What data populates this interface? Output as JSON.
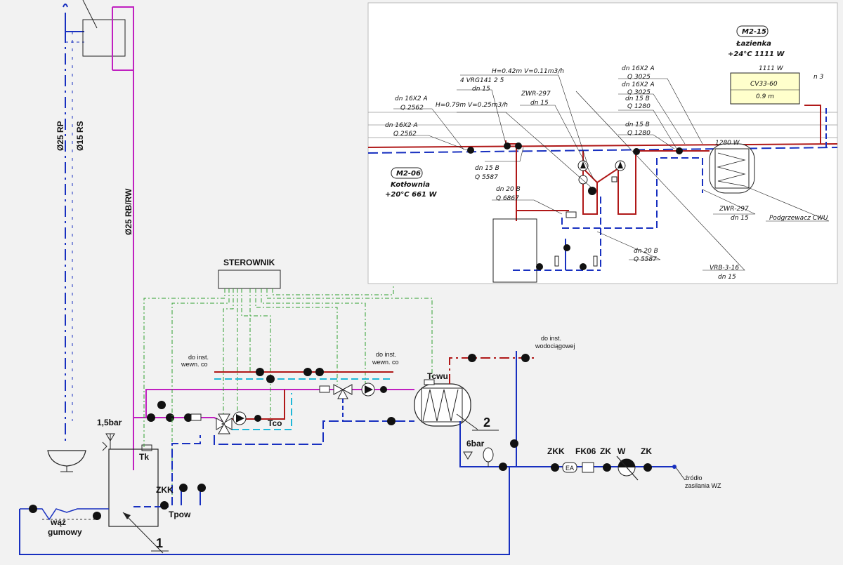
{
  "main": {
    "controller": "STEROWNIK",
    "riser_labels": [
      "Ø25 RP",
      "Ø15 RS",
      "Ø25 RB/RW"
    ],
    "hose": [
      "wąż",
      "gumowy"
    ],
    "pressure_boiler": "1,5bar",
    "pressure_dhw": "6bar",
    "sensors": {
      "tk": "Tk",
      "tco": "Tco",
      "tcwu": "Tcwu",
      "tpow": "Tpow"
    },
    "zkk_left": "ZKK",
    "do_inst_co_1": [
      "do inst.",
      "wewn. co"
    ],
    "do_inst_co_2": [
      "do inst.",
      "wewn. co"
    ],
    "do_inst_wod": [
      "do inst.",
      "wodociągowej"
    ],
    "numbers": {
      "boiler": "1",
      "tank": "2"
    },
    "supply": {
      "zkk": "ZKK",
      "fk06": "FK06",
      "zk1": "ZK",
      "w": "W",
      "zk2": "ZK",
      "ea": "EA",
      "zrodlo": [
        "źródło",
        "zasilania WZ"
      ]
    }
  },
  "inset": {
    "room_m215": {
      "code": "M2-15",
      "name": "Łazienka",
      "temp": "+24°C 1111 W"
    },
    "room_m206": {
      "code": "M2-06",
      "name": "Kotłownia",
      "temp": "+20°C 661 W"
    },
    "radiator": {
      "power": "1111 W",
      "model": "CV33-60",
      "length": "0.9 m",
      "n": "n 3"
    },
    "labels": {
      "hv1": "H=0.42m  V=0.11m3/h",
      "vrg": "4 VRG141 2 5",
      "vrg_dn": "dn 15",
      "zwr1": "ZWR-297",
      "zwr1_dn": "dn 15",
      "hv2": "H=0.79m  V=0.25m3/h",
      "dn16a_1": "dn 16X2 A",
      "q2562_1": "Q 2562",
      "dn16a_2": "dn 16X2 A",
      "q2562_2": "Q 2562",
      "dn15b_1": "dn 15 B",
      "q5587_1": "Q 5587",
      "dn20b_1": "dn 20 B",
      "q6867": "Q 6867",
      "dn16a_3": "dn 16X2 A",
      "q3025_1": "Q 3025",
      "dn16a_4": "dn 16X2 A",
      "q3025_2": "Q 3025",
      "dn15b_2": "dn 15 B",
      "q1280_1": "Q 1280",
      "dn15b_3": "dn 15 B",
      "q1280_2": "Q 1280",
      "w1280": "1280 W",
      "zwr2": "ZWR-297",
      "zwr2_dn": "dn 15",
      "podgrzewacz": "Podgrzewacz CWU",
      "dn20b_2": "dn 20 B",
      "q5587_2": "Q 5587",
      "vrb": "VRB-3-16",
      "vrb_dn": "dn 15"
    }
  },
  "colors": {
    "supply": "#b01818",
    "return": "#1830c0",
    "boiler": "#c020c0",
    "control": "#30a030",
    "cyan": "#20b8d8",
    "dhw": "#b01818"
  }
}
